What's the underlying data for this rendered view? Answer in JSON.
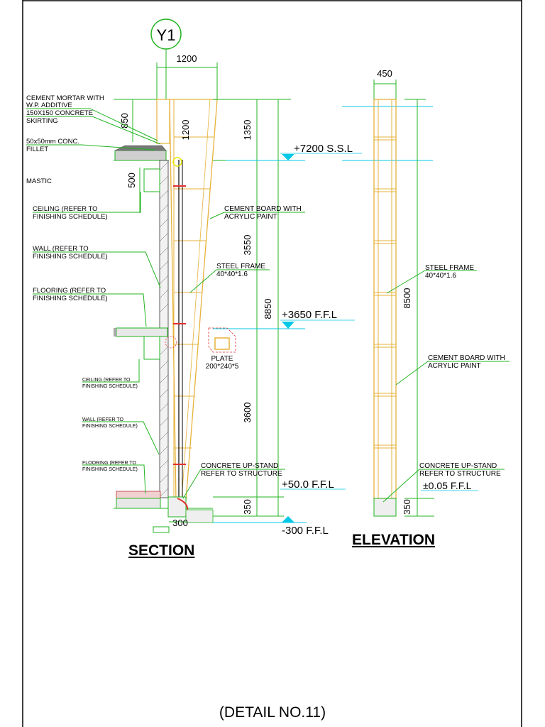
{
  "grid": {
    "label": "Y1"
  },
  "section": {
    "title": "SECTION",
    "dims": {
      "width_top": "1200",
      "d850": "850",
      "d1200": "1200",
      "d1350": "1350",
      "d500": "500",
      "d3550": "3550",
      "d8850": "8850",
      "d3600": "3600",
      "d350": "350",
      "d300": "300"
    },
    "levels": {
      "ssl": "+7200 S.S.L",
      "ffl3650": "+3650 F.F.L",
      "ffl50": "+50.0 F.F.L",
      "ffl_minus300": "-300 F.F.L"
    },
    "notes": {
      "mortar": [
        "CEMENT MORTAR WITH",
        "W.P. ADDITIVE",
        "150X150 CONCRETE",
        "SKIRTING"
      ],
      "fillet": [
        "50x50mm CONC.",
        "FILLET"
      ],
      "mastic": "MASTIC",
      "ceiling1": [
        "CEILING (REFER TO",
        "FINISHING SCHEDULE)"
      ],
      "wall1": [
        "WALL (REFER TO",
        "FINISHING SCHEDULE)"
      ],
      "flooring1": [
        "FLOORING (REFER TO",
        "FINISHING SCHEDULE)"
      ],
      "ceiling2": [
        "CEILING (REFER TO",
        "FINISHING SCHEDULE)"
      ],
      "wall2": [
        "WALL (REFER TO",
        "FINISHING SCHEDULE)"
      ],
      "flooring2": [
        "FLOORING (REFER TO",
        "FINISHING SCHEDULE)"
      ],
      "cement_board": [
        "CEMENT BOARD WITH",
        "ACRYLIC PAINT"
      ],
      "steel_frame": [
        "STEEL FRAME",
        "40*40*1.6"
      ],
      "plate": [
        "PLATE",
        "200*240*5"
      ],
      "upstand": [
        "CONCRETE UP-STAND",
        "REFER TO STRUCTURE"
      ]
    }
  },
  "elevation": {
    "title": "ELEVATION",
    "dims": {
      "width_top": "450",
      "d8500": "8500",
      "d350": "350"
    },
    "notes": {
      "steel_frame": [
        "STEEL FRAME",
        "40*40*1.6"
      ],
      "cement_board": [
        "CEMENT BOARD WITH",
        "ACRYLIC PAINT"
      ],
      "upstand": [
        "CONCRETE UP-STAND",
        "REFER TO STRUCTURE"
      ]
    },
    "level": "±0.05 F.F.L"
  },
  "detail_title": "(DETAIL NO.11)",
  "colors": {
    "leader": "#22b422",
    "dimension": "#1aa81a",
    "frame": "#e6b23a",
    "level": "#00c8e6",
    "plate": "#e23030",
    "text": "#000000"
  }
}
